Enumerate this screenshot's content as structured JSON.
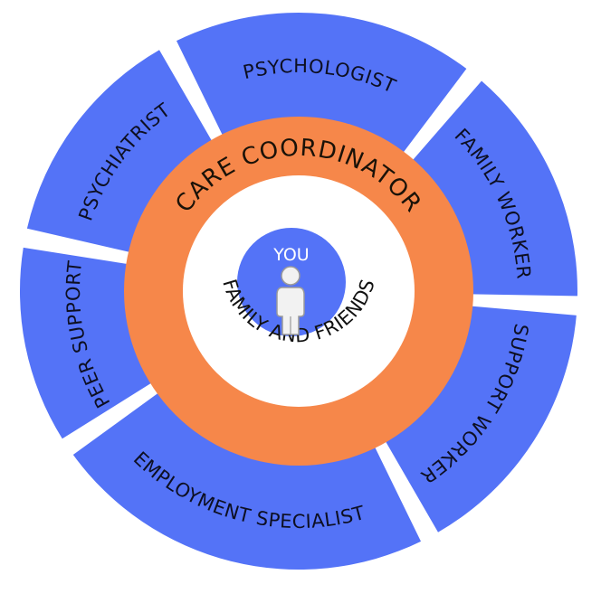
{
  "colors": {
    "segment_blue": "#5473f7",
    "coordinator_orange": "#f6874a",
    "inner_white": "#ffffff",
    "separator_white": "#ffffff"
  },
  "center": {
    "label": "YOU",
    "icon": "person-icon"
  },
  "inner_ring": {
    "label": "FAMILY AND FRIENDS"
  },
  "coordinator_ring": {
    "label": "CARE COORDINATOR"
  },
  "segments": [
    {
      "id": "psychologist",
      "label": "PSYCHOLOGIST"
    },
    {
      "id": "family-worker",
      "label": "FAMILY WORKER"
    },
    {
      "id": "support-worker",
      "label": "SUPPORT WORKER"
    },
    {
      "id": "employment-specialist",
      "label": "EMPLOYMENT SPECIALIST"
    },
    {
      "id": "peer-support",
      "label": "PEER SUPPORT"
    },
    {
      "id": "psychiatrist",
      "label": "PSYCHIATRIST"
    }
  ]
}
